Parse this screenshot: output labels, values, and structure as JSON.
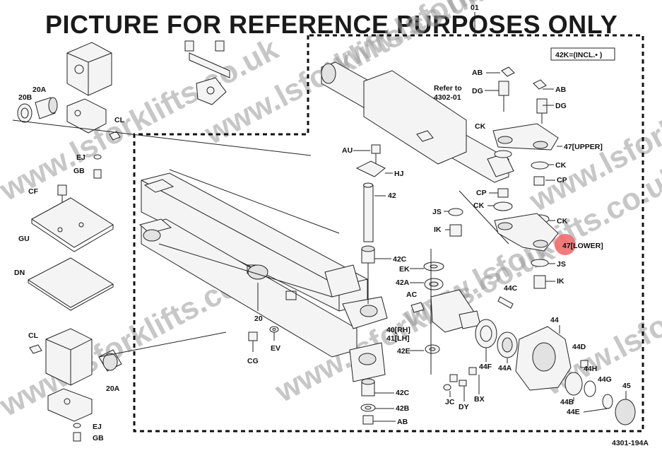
{
  "banner": "PICTURE FOR REFERENCE PURPOSES ONLY",
  "assembly_no": "01",
  "legend_box": "42K=(INCL.• )",
  "refer_to": [
    "Refer to",
    "4302-01"
  ],
  "drawing_no": "4301-194A",
  "watermark": "www.lsforklifts.co.uk",
  "highlight_color": "#f26d6d",
  "callouts": {
    "ab_top": "AB",
    "ab_top2": "AB",
    "dg1": "DG",
    "dg2": "DG",
    "ck1": "CK",
    "ck2": "CK",
    "ck3": "CK",
    "ck4": "CK",
    "upper": "47[UPPER]",
    "cp1": "CP",
    "cp2": "CP",
    "js1": "JS",
    "js2": "JS",
    "ik1": "IK",
    "ik2": "IK",
    "lower": "47[LOWER]",
    "au": "AU",
    "hj": "HJ",
    "p42": "42",
    "p42c": "42C",
    "ek": "EK",
    "p42a": "42A",
    "ac": "AC",
    "p40": "40[RH]",
    "p41": "41[LH]",
    "p42e": "42E",
    "p44c": "44C",
    "p44": "44",
    "p44d": "44D",
    "p44h": "44H",
    "p44g": "44G",
    "p44f": "44F",
    "p44a": "44A",
    "p44b": "44B",
    "p44e": "44E",
    "p45": "45",
    "jc": "JC",
    "dy": "DY",
    "bx": "BX",
    "p42c2": "42C",
    "p42b": "42B",
    "ab_bot": "AB",
    "p20": "20",
    "cg": "CG",
    "ev": "EV",
    "p20a": "20A",
    "p20b": "20B",
    "cl1": "CL",
    "ej1": "EJ",
    "gb1": "GB",
    "cf": "CF",
    "gu": "GU",
    "dn": "DN",
    "cl2": "CL",
    "p20a2": "20A",
    "ej2": "EJ",
    "gb2": "GB"
  }
}
